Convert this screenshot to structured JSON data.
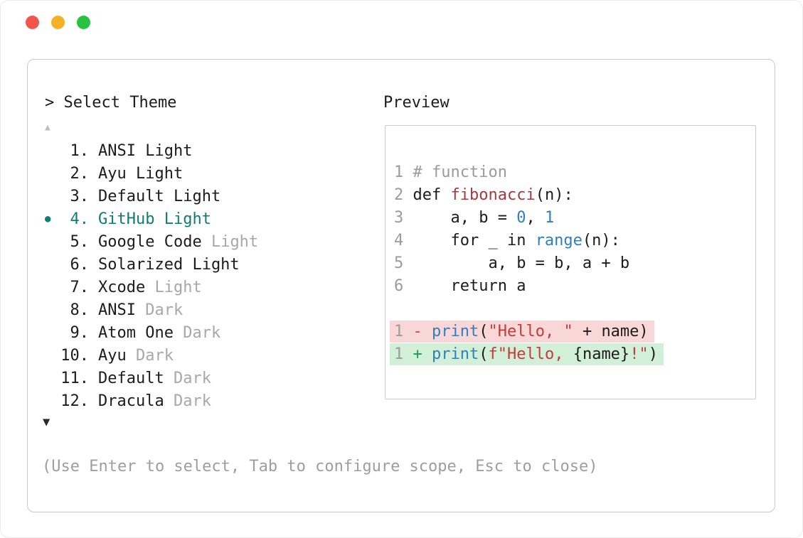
{
  "window": {
    "controls": [
      {
        "name": "close",
        "color": "#f2544e"
      },
      {
        "name": "minimize",
        "color": "#f5b028"
      },
      {
        "name": "zoom",
        "color": "#27c23f"
      }
    ]
  },
  "theme_picker": {
    "title": "> Select Theme",
    "scroll_up": "▲",
    "scroll_down": "▼",
    "selected_bullet": "●",
    "items": [
      {
        "number": "1.",
        "main": "ANSI Light",
        "dim": "",
        "selected": false
      },
      {
        "number": "2.",
        "main": "Ayu Light",
        "dim": "",
        "selected": false
      },
      {
        "number": "3.",
        "main": "Default Light",
        "dim": "",
        "selected": false
      },
      {
        "number": "4.",
        "main": "GitHub Light",
        "dim": "",
        "selected": true
      },
      {
        "number": "5.",
        "main": "Google Code",
        "dim": " Light",
        "selected": false
      },
      {
        "number": "6.",
        "main": "Solarized Light",
        "dim": "",
        "selected": false
      },
      {
        "number": "7.",
        "main": "Xcode",
        "dim": " Light",
        "selected": false
      },
      {
        "number": "8.",
        "main": "ANSI",
        "dim": " Dark",
        "selected": false
      },
      {
        "number": "9.",
        "main": "Atom One",
        "dim": " Dark",
        "selected": false
      },
      {
        "number": "10.",
        "main": "Ayu",
        "dim": " Dark",
        "selected": false
      },
      {
        "number": "11.",
        "main": "Default",
        "dim": " Dark",
        "selected": false
      },
      {
        "number": "12.",
        "main": "Dracula",
        "dim": " Dark",
        "selected": false
      }
    ],
    "help_text": "(Use Enter to select, Tab to configure scope, Esc to close)"
  },
  "preview": {
    "label": "Preview",
    "code_lines": [
      {
        "num": "1",
        "tokens": [
          {
            "t": "# function",
            "c": "comment"
          }
        ]
      },
      {
        "num": "2",
        "tokens": [
          {
            "t": "def ",
            "c": "plain"
          },
          {
            "t": "fibonacci",
            "c": "func"
          },
          {
            "t": "(n):",
            "c": "plain"
          }
        ]
      },
      {
        "num": "3",
        "tokens": [
          {
            "t": "    a, b = ",
            "c": "plain"
          },
          {
            "t": "0",
            "c": "number"
          },
          {
            "t": ", ",
            "c": "plain"
          },
          {
            "t": "1",
            "c": "number"
          }
        ]
      },
      {
        "num": "4",
        "tokens": [
          {
            "t": "    for _ in ",
            "c": "plain"
          },
          {
            "t": "range",
            "c": "builtin"
          },
          {
            "t": "(n):",
            "c": "plain"
          }
        ]
      },
      {
        "num": "5",
        "tokens": [
          {
            "t": "        a, b = b, a + b",
            "c": "plain"
          }
        ]
      },
      {
        "num": "6",
        "tokens": [
          {
            "t": "    return a",
            "c": "plain"
          }
        ]
      }
    ],
    "diff_lines": [
      {
        "num": "1",
        "sign": "-",
        "kind": "deletion",
        "tokens": [
          {
            "t": "print",
            "c": "builtin"
          },
          {
            "t": "(",
            "c": "plain"
          },
          {
            "t": "\"Hello, \"",
            "c": "string"
          },
          {
            "t": " + name)",
            "c": "plain"
          }
        ]
      },
      {
        "num": "1",
        "sign": "+",
        "kind": "addition",
        "tokens": [
          {
            "t": "print",
            "c": "builtin"
          },
          {
            "t": "(",
            "c": "plain"
          },
          {
            "t": "f\"Hello, ",
            "c": "string"
          },
          {
            "t": "{name}",
            "c": "plain"
          },
          {
            "t": "!\"",
            "c": "string"
          },
          {
            "t": ")",
            "c": "plain"
          }
        ]
      }
    ]
  },
  "colors": {
    "accent_teal": "#0f7d72",
    "text": "#1c1c1c",
    "dim": "#a8a8a8",
    "comment": "#9b9b9b",
    "line_number": "#9b9b9b",
    "builtin_blue": "#2f7fc0",
    "number_blue": "#2f7fc0",
    "func_red": "#a73a3f",
    "string_red": "#c23c3c",
    "diff_minus": "#d24545",
    "diff_plus": "#1f9a50",
    "deletion_bg": "#f9d7d7",
    "addition_bg": "#d2efd7",
    "panel_border": "#c9c9c9"
  }
}
